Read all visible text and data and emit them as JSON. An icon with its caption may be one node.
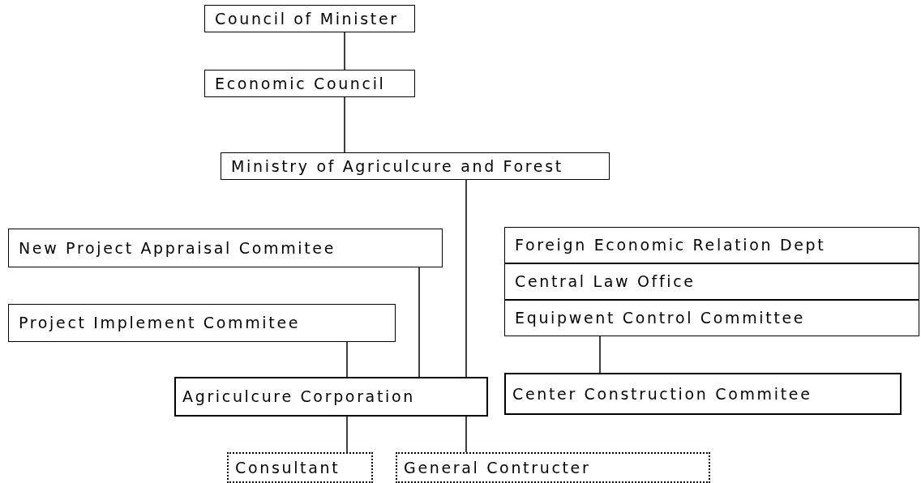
{
  "diagram": {
    "nodes": [
      {
        "text": [
          "Council of Minister"
        ]
      },
      {
        "text": [
          "Economic Council"
        ]
      },
      {
        "text": [
          "Ministry of Agriculcure and Forest"
        ]
      },
      {
        "text": [
          "New Project Appraisal Commitee"
        ]
      },
      {
        "text": [
          "Project Implement Commitee"
        ]
      },
      {
        "text": [
          "Foreign Economic Relation Dept"
        ]
      },
      {
        "text": [
          "Central Law Office"
        ]
      },
      {
        "text": [
          "Equipwent Control Committee"
        ]
      },
      {
        "text": [
          "Agriculcure Corporation"
        ]
      },
      {
        "text": [
          "Center Construction Commitee"
        ]
      },
      {
        "text": [
          "Consultant"
        ]
      },
      {
        "text": [
          "General Contructer"
        ]
      }
    ],
    "edges": [
      {
        "from": 0,
        "to": 1,
        "arrow": "none"
      },
      {
        "from": 1,
        "to": 2,
        "arrow": "none"
      },
      {
        "from": 2,
        "to": 8,
        "arrow": "none"
      },
      {
        "from": 3,
        "to": 8,
        "arrow": "none"
      },
      {
        "from": 4,
        "to": 8,
        "arrow": "none"
      },
      {
        "from": 7,
        "to": 9,
        "arrow": "none"
      },
      {
        "from": 8,
        "to": 10,
        "arrow": "none"
      },
      {
        "from": 8,
        "to": 11,
        "arrow": "none"
      }
    ]
  }
}
